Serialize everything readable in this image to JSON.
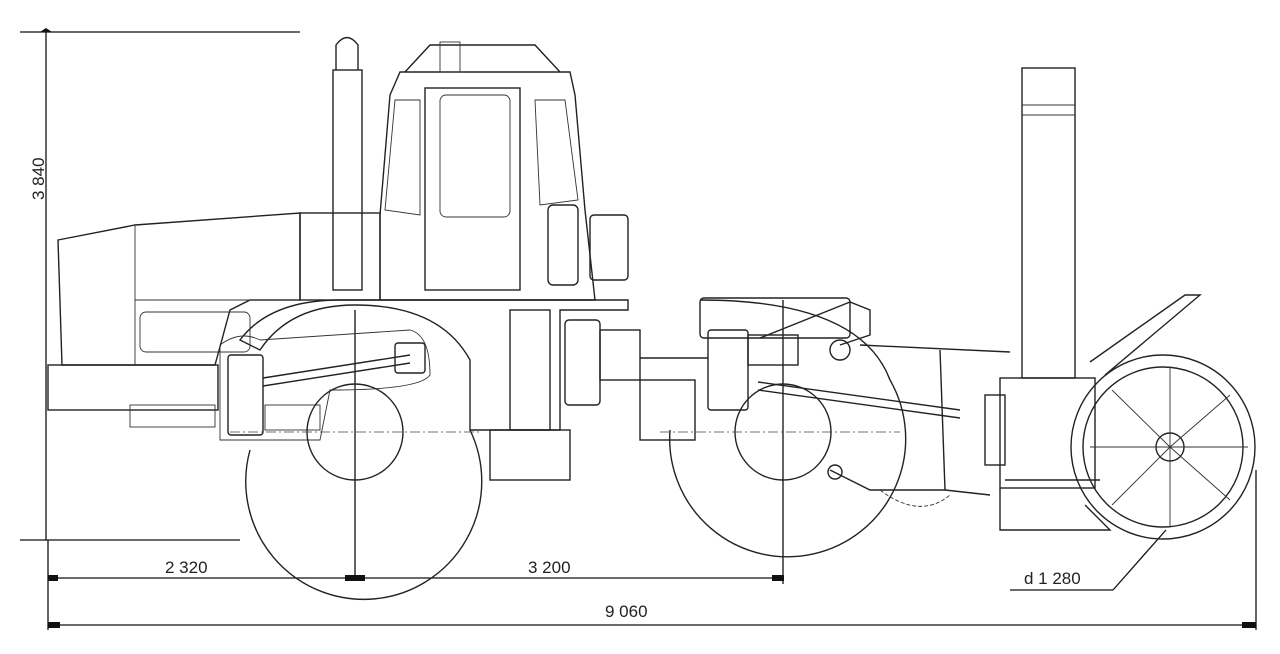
{
  "title": "Tractor with rotary snow blower attachment - side view dimensions",
  "dimensions": {
    "height": "3 840",
    "rear_overhang": "2 320",
    "wheelbase": "3 200",
    "overall_length": "9 060",
    "rotor_diameter": "d 1 280"
  }
}
